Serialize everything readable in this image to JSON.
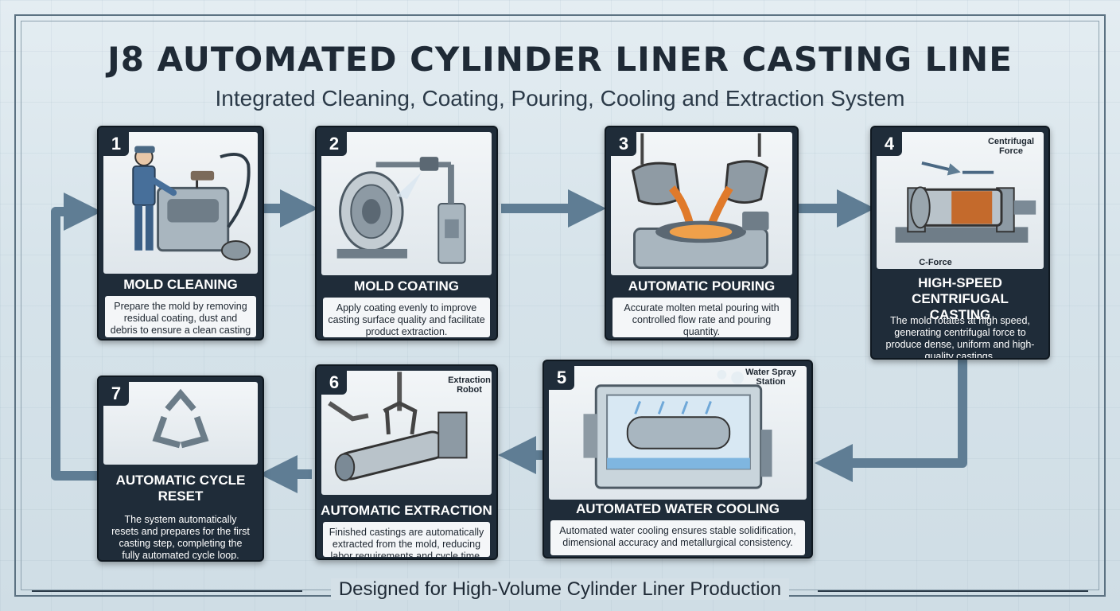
{
  "header": {
    "title": "J8 AUTOMATED CYLINDER LINER CASTING LINE",
    "subtitle": "Integrated Cleaning, Coating, Pouring, Cooling and Extraction System"
  },
  "steps": [
    {
      "number": "1",
      "title": "MOLD CLEANING",
      "description": "Prepare the mold by removing residual coating, dust and debris to ensure a clean casting surface."
    },
    {
      "number": "2",
      "title": "MOLD COATING",
      "description": "Apply coating evenly to improve casting surface quality and facilitate product extraction."
    },
    {
      "number": "3",
      "title": "AUTOMATIC POURING",
      "description": "Accurate molten metal pouring with controlled flow rate and pouring quantity."
    },
    {
      "number": "4",
      "title": "HIGH-SPEED CENTRIFUGAL CASTING",
      "description": "The mold rotates at high speed, generating centrifugal force to produce dense, uniform and high-quality castings."
    },
    {
      "number": "5",
      "title": "AUTOMATED WATER COOLING",
      "description": "Automated water cooling ensures stable solidification, dimensional accuracy and metallurgical consistency."
    },
    {
      "number": "6",
      "title": "AUTOMATIC EXTRACTION",
      "description": "Finished castings are automatically extracted from the mold, reducing labor requirements and cycle time."
    },
    {
      "number": "7",
      "title": "AUTOMATIC CYCLE RESET",
      "description": "The system automatically resets and prepares for the first casting step, completing the fully automated cycle loop."
    }
  ],
  "callouts": {
    "centrifugal_force": "Centrifugal Force",
    "c_force": "C-Force",
    "water_spray": "Water Spray Station",
    "extraction_robot": "Extraction Robot"
  },
  "footer": "Designed for High-Volume Cylinder Liner Production",
  "colors": {
    "card": "#1f2c39",
    "arrow": "#5f7d94",
    "molten_metal": "#e07a2a"
  }
}
